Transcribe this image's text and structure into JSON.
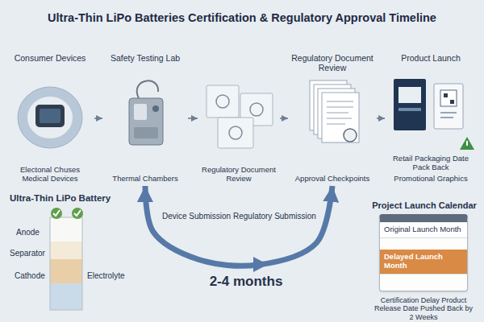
{
  "diagram": {
    "title": "Ultra-Thin LiPo Batteries Certification & Regulatory Approval Timeline",
    "nodes": [
      {
        "text": [
          "Consumer Devices",
          "Electonal Chuses Medical Devices"
        ]
      },
      {
        "text": [
          "Safety Testing Lab",
          "Thermal Chambers"
        ]
      },
      {
        "text": [
          "Regulatory Document Review"
        ]
      },
      {
        "text": [
          "Regulatory Document Review",
          "Approval Checkpoints"
        ]
      },
      {
        "text": [
          "Product Launch",
          "Retail Packaging Date Pack Back",
          "Promotional Graphics"
        ]
      },
      {
        "text": [
          "Ultra-Thin LiPo Battery"
        ]
      },
      {
        "text": [
          "Project Launch Calendar"
        ]
      },
      {
        "text": [
          "Original Launch Month"
        ],
        "in": 6
      },
      {
        "text": [
          "Delayed Launch Month"
        ],
        "in": 6
      }
    ],
    "edges": [
      {
        "from": 0,
        "to": 1,
        "arrow": "to"
      },
      {
        "from": 1,
        "to": 2,
        "arrow": "to"
      },
      {
        "from": 2,
        "to": 3,
        "arrow": "to"
      },
      {
        "from": 3,
        "to": 4,
        "arrow": "to"
      },
      {
        "from": 1,
        "to": 3,
        "arrow": "both"
      }
    ],
    "labels": [
      "Anode",
      "Separator",
      "Cathode",
      "Electrolyte",
      "Device Submissions",
      "Regulatory Submission",
      "2-4 months",
      "Certification Delay Product Release Date Pushed Back by 2 Weeks"
    ]
  }
}
